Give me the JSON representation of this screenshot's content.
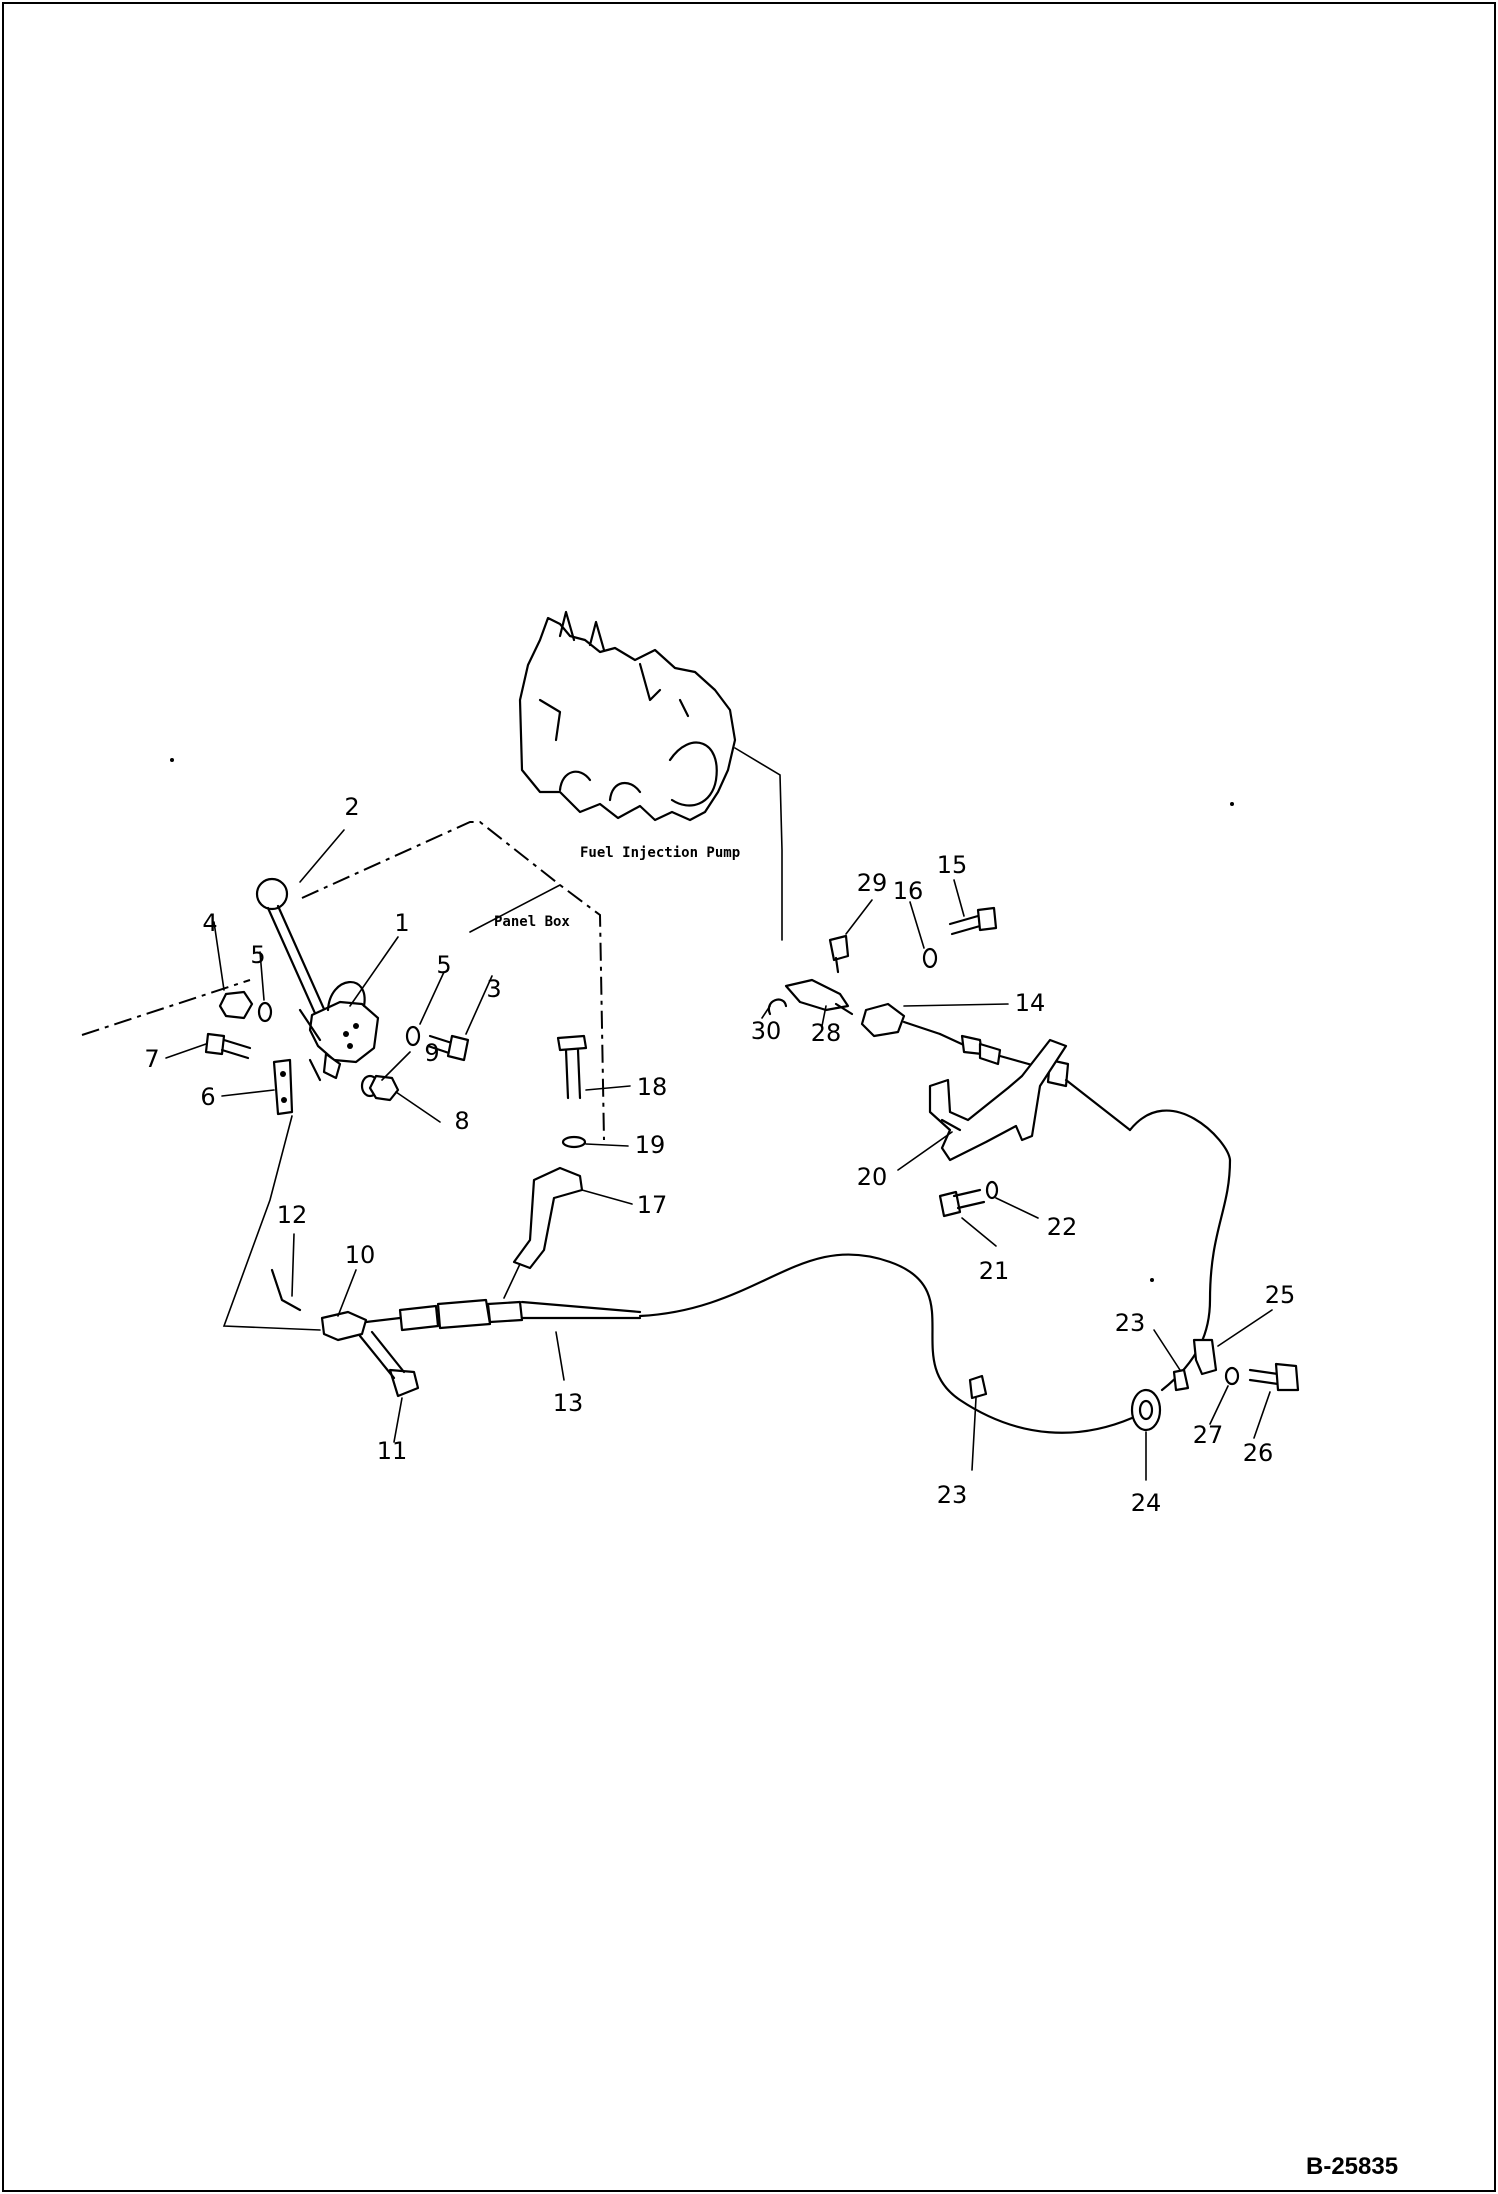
{
  "drawing": {
    "reference": "B-25835",
    "labels": {
      "fuel_pump": "Fuel Injection Pump",
      "panel_box": "Panel Box"
    },
    "callouts": [
      "1",
      "2",
      "3",
      "4",
      "5",
      "5",
      "6",
      "7",
      "8",
      "9",
      "10",
      "11",
      "12",
      "13",
      "14",
      "15",
      "16",
      "17",
      "18",
      "19",
      "20",
      "21",
      "22",
      "23",
      "23",
      "24",
      "25",
      "26",
      "27",
      "28",
      "29",
      "30"
    ]
  }
}
